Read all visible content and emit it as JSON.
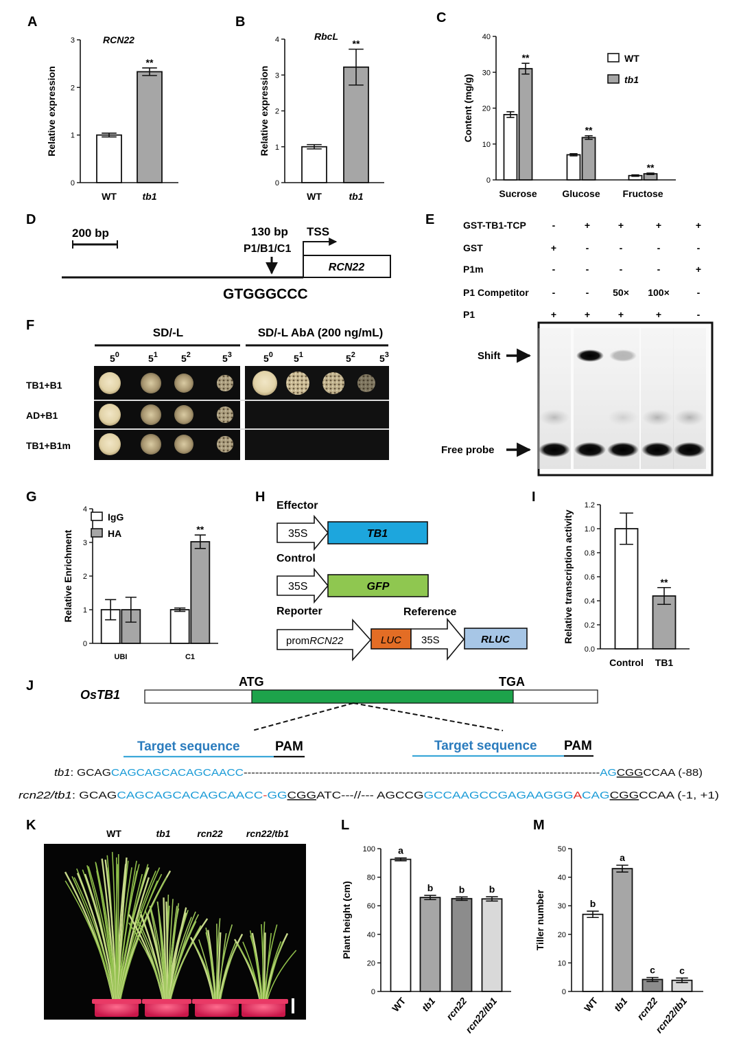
{
  "panels": {
    "A": {
      "label": "A",
      "gene": "RCN22"
    },
    "B": {
      "label": "B",
      "gene": "RbcL"
    },
    "C": {
      "label": "C"
    },
    "D": {
      "label": "D",
      "scale": "200 bp",
      "dist": "130 bp",
      "site": "P1/B1/C1",
      "tss": "TSS",
      "gene": "RCN22",
      "motif": "GTGGGCCC"
    },
    "E": {
      "label": "E",
      "rows": [
        {
          "name": "GST-TB1-TCP",
          "vals": [
            "-",
            "+",
            "+",
            "+",
            "+"
          ]
        },
        {
          "name": "GST",
          "vals": [
            "+",
            "-",
            "-",
            "-",
            "-"
          ]
        },
        {
          "name": "P1m",
          "vals": [
            "-",
            "-",
            "-",
            "-",
            "+"
          ]
        },
        {
          "name": "P1 Competitor",
          "vals": [
            "-",
            "-",
            "50×",
            "100×",
            "-"
          ]
        },
        {
          "name": "P1",
          "vals": [
            "+",
            "+",
            "+",
            "+",
            "-"
          ]
        }
      ],
      "shift": "Shift",
      "free": "Free probe"
    },
    "F": {
      "label": "F",
      "cond1": "SD/-L",
      "cond2": "SD/-L AbA (200 ng/mL)",
      "dil_base": "5",
      "dil_exp": [
        "0",
        "1",
        "2",
        "3"
      ],
      "rows": [
        "TB1+B1",
        "AD+B1",
        "TB1+B1m"
      ]
    },
    "G": {
      "label": "G"
    },
    "H": {
      "label": "H",
      "effector": "Effector",
      "control": "Control",
      "reporter": "Reporter",
      "reference": "Reference",
      "p35s": "35S",
      "tb1": "TB1",
      "gfp": "GFP",
      "prom_a": "prom",
      "prom_b": "RCN22",
      "luc": "LUC",
      "rluc": "RLUC"
    },
    "I": {
      "label": "I"
    },
    "J": {
      "label": "J",
      "gene": "OsTB1",
      "atg": "ATG",
      "tga": "TGA",
      "target": "Target sequence",
      "pam": "PAM",
      "tb1_name": "tb1",
      "tb1_colon": ":",
      "tb1_seq": [
        {
          "t": " GCAG",
          "c": "#111"
        },
        {
          "t": "CAGCAGCACAGCAACC",
          "c": "#1a9bd7"
        },
        {
          "t": "--------------------------------------------------------------------------------------------",
          "c": "#111"
        },
        {
          "t": "AG",
          "c": "#1a9bd7"
        },
        {
          "t": "CGG",
          "c": "#111",
          "u": true
        },
        {
          "t": "CCAA (-88)",
          "c": "#111"
        }
      ],
      "r22_name": "rcn22/tb1",
      "r22_colon": ":",
      "r22_seq": [
        {
          "t": " GCAG",
          "c": "#111"
        },
        {
          "t": "CAGCAGCACAGCAACC",
          "c": "#1a9bd7"
        },
        {
          "t": "-",
          "c": "#e0261f"
        },
        {
          "t": "GG",
          "c": "#1a9bd7"
        },
        {
          "t": "CGG",
          "c": "#111",
          "u": true
        },
        {
          "t": "ATC---//--- AGCCG",
          "c": "#111"
        },
        {
          "t": "GCCAAGCCGAGAAGGG",
          "c": "#1a9bd7"
        },
        {
          "t": "A",
          "c": "#e0261f"
        },
        {
          "t": "CAG",
          "c": "#1a9bd7"
        },
        {
          "t": "CGG",
          "c": "#111",
          "u": true
        },
        {
          "t": "CCAA (-1, +1)",
          "c": "#111"
        }
      ]
    },
    "K": {
      "label": "K",
      "genotypes": [
        "WT",
        "tb1",
        "rcn22",
        "rcn22/tb1"
      ]
    },
    "L": {
      "label": "L"
    },
    "M": {
      "label": "M"
    }
  },
  "chart_data": [
    {
      "panel": "A",
      "type": "bar",
      "title": "RCN22",
      "ylabel": "Relative expression",
      "ylim": [
        0,
        3
      ],
      "yticks": [
        0,
        1,
        2,
        3
      ],
      "categories": [
        "WT",
        "tb1"
      ],
      "values": [
        1.0,
        2.33
      ],
      "errors": [
        0.04,
        0.08
      ],
      "colors": [
        "#ffffff",
        "#a6a6a6"
      ],
      "sig": [
        "",
        "**"
      ]
    },
    {
      "panel": "B",
      "type": "bar",
      "title": "RbcL",
      "ylabel": "Relative expression",
      "ylim": [
        0,
        4
      ],
      "yticks": [
        0,
        1,
        2,
        3,
        4
      ],
      "categories": [
        "WT",
        "tb1"
      ],
      "values": [
        1.0,
        3.22
      ],
      "errors": [
        0.06,
        0.5
      ],
      "colors": [
        "#ffffff",
        "#a6a6a6"
      ],
      "sig": [
        "",
        "**"
      ]
    },
    {
      "panel": "C",
      "type": "bar",
      "ylabel": "Content (mg/g)",
      "ylim": [
        0,
        40
      ],
      "yticks": [
        0,
        10,
        20,
        30,
        40
      ],
      "categories": [
        "Sucrose",
        "Glucose",
        "Fructose"
      ],
      "legend_position": "top-right",
      "series": [
        {
          "name": "WT",
          "values": [
            18.2,
            7.0,
            1.2
          ],
          "errors": [
            0.8,
            0.3,
            0.2
          ],
          "color": "#ffffff",
          "sig": [
            "",
            "",
            ""
          ]
        },
        {
          "name": "tb1",
          "values": [
            31.0,
            11.8,
            1.7
          ],
          "errors": [
            1.5,
            0.5,
            0.2
          ],
          "color": "#a6a6a6",
          "sig": [
            "**",
            "**",
            "**"
          ]
        }
      ]
    },
    {
      "panel": "G",
      "type": "bar",
      "ylabel": "Relative Enrichment",
      "ylim": [
        0,
        4
      ],
      "yticks": [
        0,
        1,
        2,
        3,
        4
      ],
      "categories": [
        "UBI",
        "C1"
      ],
      "legend_position": "top-left",
      "series": [
        {
          "name": "IgG",
          "values": [
            1.0,
            1.0
          ],
          "errors": [
            0.3,
            0.05
          ],
          "color": "#ffffff",
          "sig": [
            "",
            ""
          ]
        },
        {
          "name": "HA",
          "values": [
            1.0,
            3.02
          ],
          "errors": [
            0.37,
            0.2
          ],
          "color": "#a6a6a6",
          "sig": [
            "",
            "**"
          ]
        }
      ]
    },
    {
      "panel": "I",
      "type": "bar",
      "ylabel": "Relative transcription activity",
      "ylim": [
        0,
        1.2
      ],
      "yticks": [
        "0.0",
        "0.2",
        "0.4",
        "0.6",
        "0.8",
        "1.0",
        "1.2"
      ],
      "categories": [
        "Control",
        "TB1"
      ],
      "values": [
        1.0,
        0.44
      ],
      "errors": [
        0.13,
        0.07
      ],
      "colors": [
        "#ffffff",
        "#a6a6a6"
      ],
      "sig": [
        "",
        "**"
      ]
    },
    {
      "panel": "L",
      "type": "bar",
      "ylabel": "Plant height (cm)",
      "ylim": [
        0,
        100
      ],
      "yticks": [
        0,
        20,
        40,
        60,
        80,
        100
      ],
      "categories": [
        "WT",
        "tb1",
        "rcn22",
        "rcn22/tb1"
      ],
      "values": [
        92.5,
        65.8,
        65.0,
        64.8
      ],
      "errors": [
        1.0,
        1.5,
        1.2,
        1.5
      ],
      "colors": [
        "#ffffff",
        "#a6a6a6",
        "#8c8c8c",
        "#d9d9d9"
      ],
      "sig": [
        "a",
        "b",
        "b",
        "b"
      ]
    },
    {
      "panel": "M",
      "type": "bar",
      "ylabel": "Tiller number",
      "ylim": [
        0,
        50
      ],
      "yticks": [
        0,
        10,
        20,
        30,
        40,
        50
      ],
      "categories": [
        "WT",
        "tb1",
        "rcn22",
        "rcn22/tb1"
      ],
      "values": [
        27.0,
        43.0,
        4.2,
        3.9
      ],
      "errors": [
        1.1,
        1.2,
        0.7,
        0.8
      ],
      "colors": [
        "#ffffff",
        "#a6a6a6",
        "#8c8c8c",
        "#d9d9d9"
      ],
      "sig": [
        "b",
        "a",
        "c",
        "c"
      ]
    }
  ]
}
